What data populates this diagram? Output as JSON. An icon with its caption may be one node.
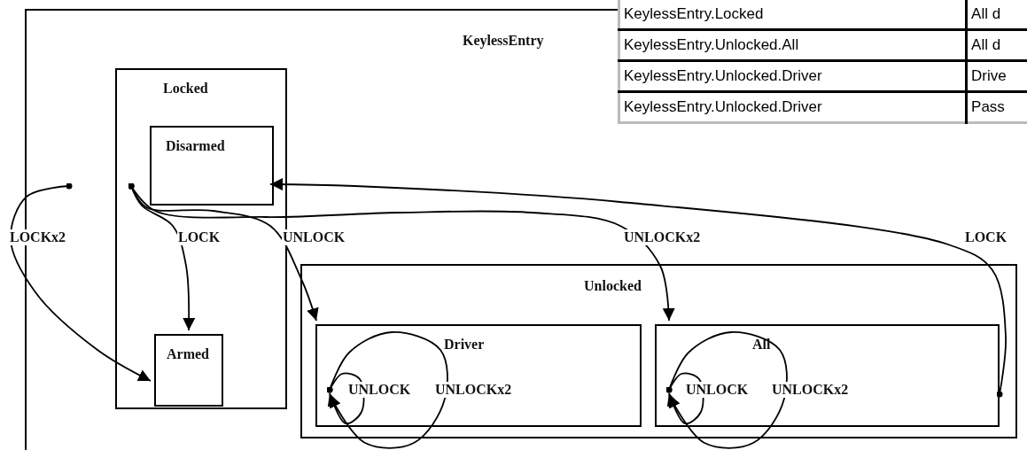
{
  "diagram": {
    "nodes": [
      {
        "text": [
          "KeylessEntry"
        ]
      },
      {
        "text": [
          "Locked"
        ],
        "in": 0
      },
      {
        "text": [
          "Disarmed"
        ],
        "in": 1
      },
      {
        "text": [
          "Armed"
        ],
        "in": 1
      },
      {
        "text": [
          "Unlocked"
        ],
        "in": 0
      },
      {
        "text": [
          "Driver"
        ],
        "in": 4
      },
      {
        "text": [
          "All"
        ],
        "in": 4
      }
    ],
    "edges": [
      {
        "from": 0,
        "to": 3,
        "arrow": "to",
        "label": "LOCKx2"
      },
      {
        "from": 1,
        "to": 3,
        "arrow": "to",
        "label": "LOCK"
      },
      {
        "from": 1,
        "to": 5,
        "arrow": "to",
        "label": "UNLOCK"
      },
      {
        "from": 1,
        "to": 6,
        "arrow": "to",
        "label": "UNLOCKx2"
      },
      {
        "from": 4,
        "to": 2,
        "arrow": "to",
        "label": "LOCK"
      },
      {
        "from": 5,
        "to": 5,
        "arrow": "to",
        "label": "UNLOCK"
      },
      {
        "from": 5,
        "to": 5,
        "arrow": "to",
        "label": "UNLOCKx2"
      },
      {
        "from": 6,
        "to": 6,
        "arrow": "to",
        "label": "UNLOCK"
      },
      {
        "from": 6,
        "to": 6,
        "arrow": "to",
        "label": "UNLOCKx2"
      }
    ],
    "labels": [
      "KeylessEntry.Locked",
      "All d",
      "KeylessEntry.Unlocked.All",
      "All d",
      "KeylessEntry.Unlocked.Driver",
      "Drive",
      "KeylessEntry.Unlocked.Driver",
      "Pass"
    ]
  }
}
